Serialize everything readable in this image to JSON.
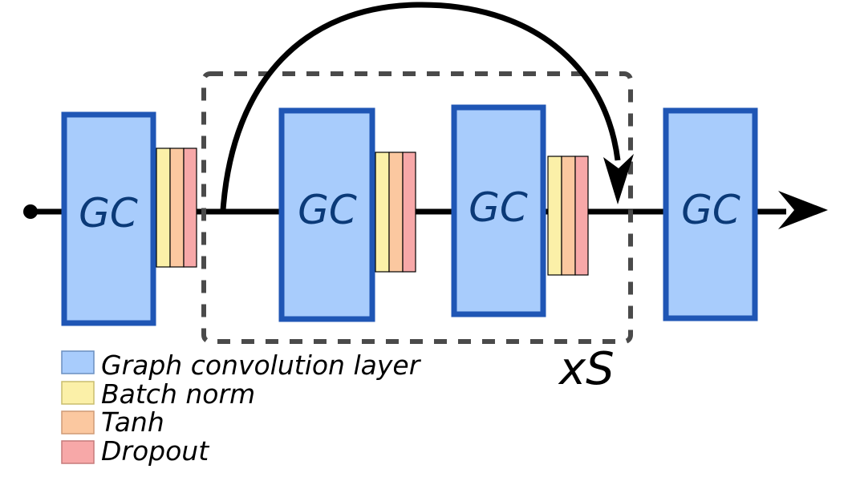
{
  "diagram": {
    "blocks": [
      {
        "id": "gc1",
        "label": "GC"
      },
      {
        "id": "gc2",
        "label": "GC"
      },
      {
        "id": "gc3",
        "label": "GC"
      },
      {
        "id": "gc4",
        "label": "GC"
      }
    ],
    "repeat_label": "xS",
    "legend": [
      {
        "key": "gc",
        "label": "Graph convolution layer",
        "color": "#a8ccfc"
      },
      {
        "key": "batch",
        "label": "Batch norm",
        "color": "#fbf0a8"
      },
      {
        "key": "tanh",
        "label": "Tanh",
        "color": "#fbc8a0"
      },
      {
        "key": "dropout",
        "label": "Dropout",
        "color": "#f7a8a8"
      }
    ],
    "colors": {
      "gc_fill": "#a8ccfc",
      "gc_border": "#1f56b5",
      "gc_text": "#0b3a78",
      "batch_norm": "#fbf0a8",
      "tanh": "#fbc8a0",
      "dropout": "#f7a8a8",
      "line": "#000000",
      "dashed_box": "#4a4a4a"
    }
  }
}
